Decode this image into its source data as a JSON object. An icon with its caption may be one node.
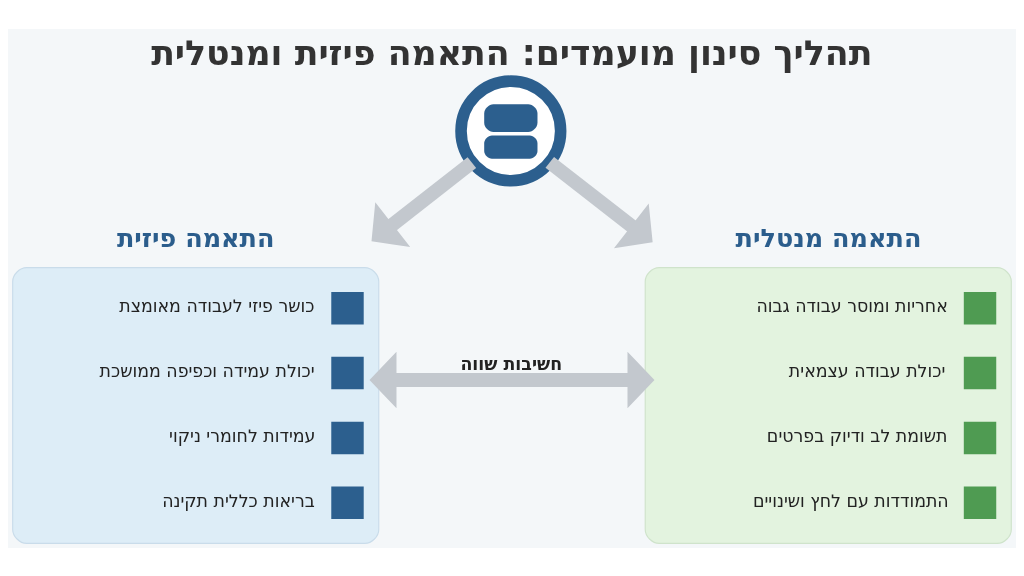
{
  "diagram": {
    "title": "תהליך סינון מועמדים: התאמה פיזית ומנטלית",
    "nodes": [
      {
        "text": [],
        "shape": "picture"
      },
      {
        "text": [
          "התאמה מנטלית",
          "אחריות ומוסר עבודה גבוה",
          "יכולת עבודה עצמאית",
          "תשומת לב ודיוק בפרטים",
          "התמודדות עם לחץ ושינויים"
        ]
      },
      {
        "text": [
          "התאמה פיזית",
          "כושר פיזי לעבודה מאומצת",
          "יכולת עמידה וכפיפה ממושכת",
          "עמידות לחומרי ניקוי",
          "בריאות כללית תקינה"
        ]
      }
    ],
    "edges": [
      {
        "from": 0,
        "to": 1,
        "arrow": "to"
      },
      {
        "from": 0,
        "to": 2,
        "arrow": "to"
      },
      {
        "from": 2,
        "to": 1,
        "arrow": "both",
        "label": "חשיבות שווה"
      }
    ]
  }
}
